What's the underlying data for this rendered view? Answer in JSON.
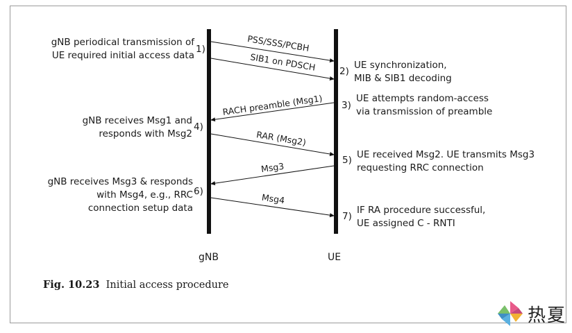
{
  "lanes": {
    "left": "gNB",
    "right": "UE"
  },
  "messages": [
    {
      "label": "PSS/SSS/PCBH"
    },
    {
      "label": "SIB1 on PDSCH"
    },
    {
      "label": "RACH preamble (Msg1)"
    },
    {
      "label": "RAR (Msg2)"
    },
    {
      "label": "Msg3"
    },
    {
      "label": "Msg4"
    }
  ],
  "steps": [
    "1)",
    "2)",
    "3)",
    "4)",
    "5)",
    "6)",
    "7)"
  ],
  "notes": {
    "n1": [
      "gNB periodical transmission of",
      "UE required  initial access data"
    ],
    "n2": [
      "UE synchronization,",
      "MIB & SIB1 decoding"
    ],
    "n3": [
      "UE attempts random-access",
      "via transmission of  preamble"
    ],
    "n4": [
      "gNB receives Msg1 and",
      "responds with Msg2"
    ],
    "n5": [
      "UE received Msg2. UE transmits Msg3",
      "requesting  RRC connection"
    ],
    "n6": [
      "gNB receives Msg3 & responds",
      "with Msg4, e.g., RRC",
      "connection setup data"
    ],
    "n7": [
      "IF RA procedure successful,",
      "UE assigned C - RNTI"
    ]
  },
  "caption": {
    "label": "Fig. 10.23",
    "text": "Initial access procedure"
  },
  "watermark": {
    "text": "热夏"
  }
}
